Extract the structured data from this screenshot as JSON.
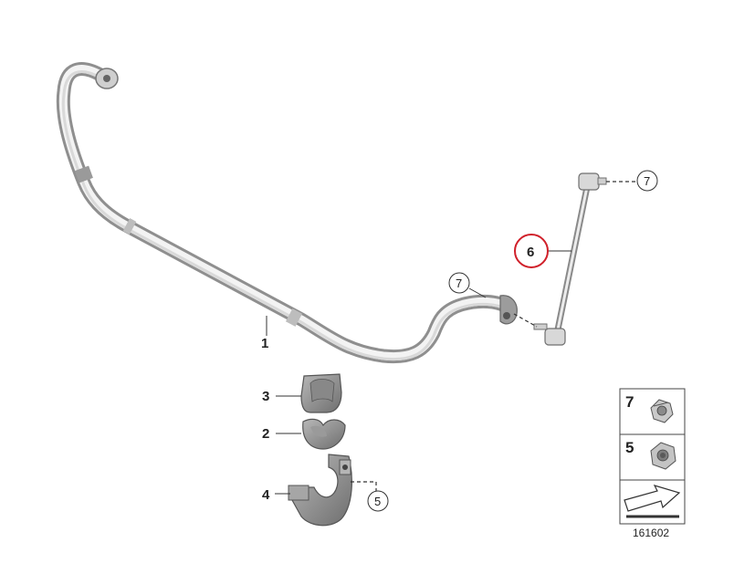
{
  "diagram": {
    "diagram_number": "161602",
    "callouts": {
      "bar": "1",
      "bushing_lower": "2",
      "bushing_upper": "3",
      "bracket": "4",
      "link": "6"
    },
    "circled_refs": {
      "link_top_nut": "7",
      "bar_end_nut": "7",
      "bracket_nut": "5"
    },
    "legend_panel": {
      "rows": [
        {
          "number": "7",
          "part": "self-locking-hex-nut"
        },
        {
          "number": "5",
          "part": "hex-collar-nut"
        }
      ],
      "footer_icon": "arrow-icon"
    },
    "highlight": {
      "callout": "6",
      "color": "#d0202a"
    }
  }
}
